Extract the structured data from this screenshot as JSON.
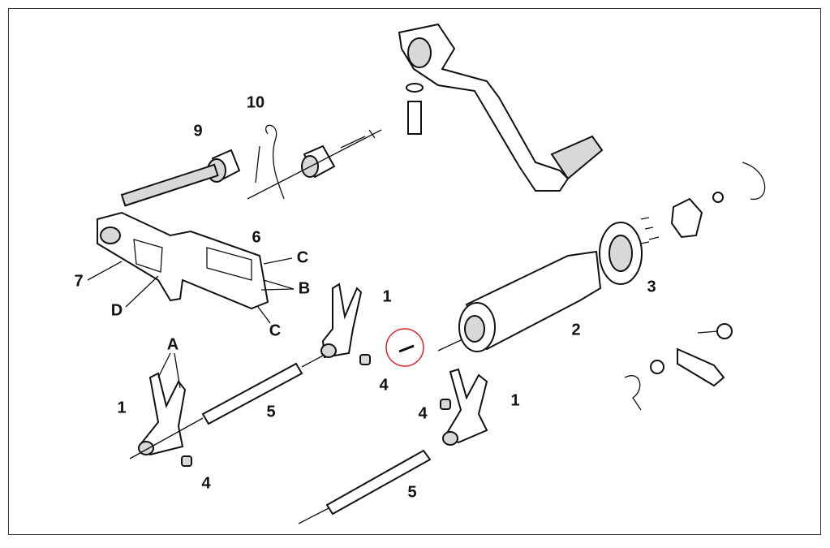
{
  "diagram": {
    "title": "Gear shift mechanism exploded view",
    "labels": {
      "l10": "10",
      "l9": "9",
      "l6": "6",
      "lC1": "C",
      "l7": "7",
      "lB": "B",
      "lD": "D",
      "lC2": "C",
      "l1a": "1",
      "l2": "2",
      "l3": "3",
      "lA": "A",
      "l4a": "4",
      "l1b": "1",
      "l5a": "5",
      "l4b": "4",
      "l1c": "1",
      "l4c": "4",
      "l5b": "5"
    },
    "highlight_color": "#e0262b"
  }
}
